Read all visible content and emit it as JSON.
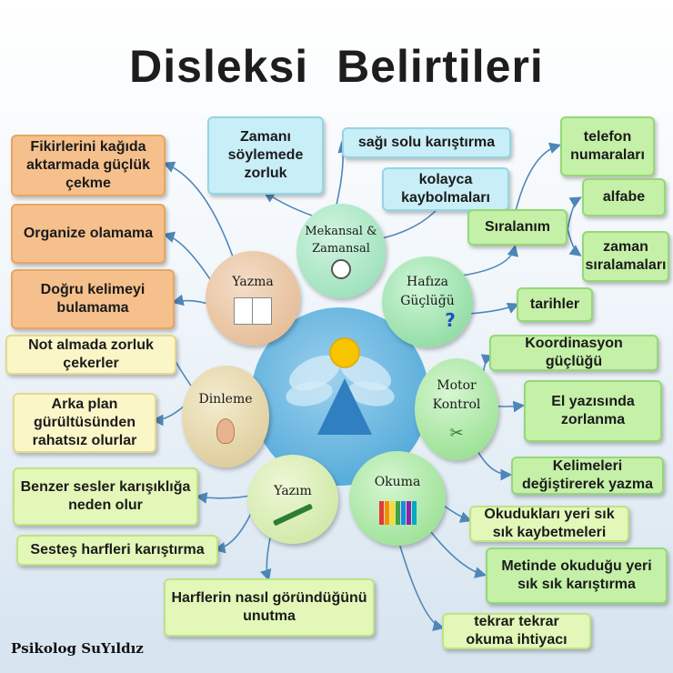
{
  "title": "Disleksi  Belirtileri",
  "credit": "Psikolog SuYıldız",
  "colors": {
    "center": "#5aaedb",
    "triangle": "#2f7fc1",
    "sun": "#f7c400"
  },
  "categories": {
    "yazma": "Yazma",
    "mekansal": "Mekansal & Zamansal",
    "hafiza": "Hafıza Güçlüğü",
    "motor": "Motor Kontrol",
    "okuma": "Okuma",
    "yazim": "Yazım",
    "dinleme": "Dinleme"
  },
  "symptoms": {
    "fikirlerini": "Fikirlerini kağıda aktarmada güçlük çekme",
    "organize": "Organize olamama",
    "dogru_kelime": "Doğru kelimeyi bulamama",
    "not_almada": "Not almada zorluk çekerler",
    "arka_plan": "Arka plan gürültüsünden rahatsız olurlar",
    "benzer_sesler": "Benzer sesler karışıklığa neden olur",
    "sestes": "Sesteş harfleri karıştırma",
    "harflerin": "Harflerin nasıl göründüğünü unutma",
    "zamani": "Zamanı söylemede zorluk",
    "sag_solu": "sağı solu karıştırma",
    "kolayca": "kolayca kaybolmaları",
    "siralanim": "Sıralanım",
    "telefon": "telefon numaraları",
    "alfabe": "alfabe",
    "zaman_siralama": "zaman sıralamaları",
    "tarihler": "tarihler",
    "koordinasyon": "Koordinasyon güçlüğü",
    "el_yazisi": "El yazısında zorlanma",
    "kelimeleri": "Kelimeleri değiştirerek yazma",
    "okuduklari": "Okudukları yeri sık sık kaybetmeleri",
    "metinde": "Metinde okuduğu yeri sık sık karıştırma",
    "tekrar": "tekrar tekrar okuma ihtiyacı"
  }
}
